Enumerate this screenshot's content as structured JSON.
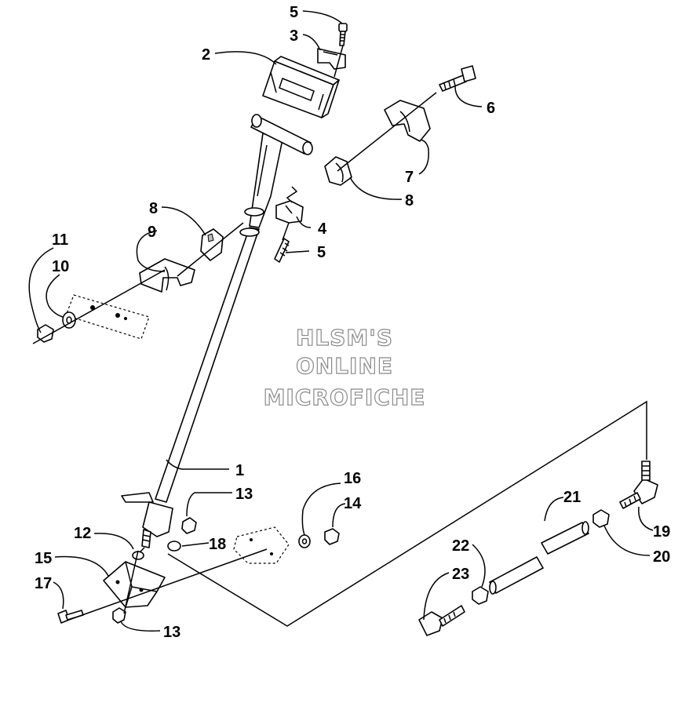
{
  "watermark": {
    "line1": "HLSM'S",
    "line2": "ONLINE",
    "line3": "MICROFICHE"
  },
  "callouts": [
    {
      "id": "c5a",
      "label": "5"
    },
    {
      "id": "c3",
      "label": "3"
    },
    {
      "id": "c2",
      "label": "2"
    },
    {
      "id": "c6",
      "label": "6"
    },
    {
      "id": "c7",
      "label": "7"
    },
    {
      "id": "c8a",
      "label": "8"
    },
    {
      "id": "c4",
      "label": "4"
    },
    {
      "id": "c5b",
      "label": "5"
    },
    {
      "id": "c8b",
      "label": "8"
    },
    {
      "id": "c9",
      "label": "9"
    },
    {
      "id": "c11",
      "label": "11"
    },
    {
      "id": "c10",
      "label": "10"
    },
    {
      "id": "c1",
      "label": "1"
    },
    {
      "id": "c13a",
      "label": "13"
    },
    {
      "id": "c16",
      "label": "16"
    },
    {
      "id": "c14",
      "label": "14"
    },
    {
      "id": "c12",
      "label": "12"
    },
    {
      "id": "c18",
      "label": "18"
    },
    {
      "id": "c15",
      "label": "15"
    },
    {
      "id": "c17",
      "label": "17"
    },
    {
      "id": "c13b",
      "label": "13"
    },
    {
      "id": "c21",
      "label": "21"
    },
    {
      "id": "c19",
      "label": "19"
    },
    {
      "id": "c22",
      "label": "22"
    },
    {
      "id": "c20",
      "label": "20"
    },
    {
      "id": "c23",
      "label": "23"
    }
  ]
}
